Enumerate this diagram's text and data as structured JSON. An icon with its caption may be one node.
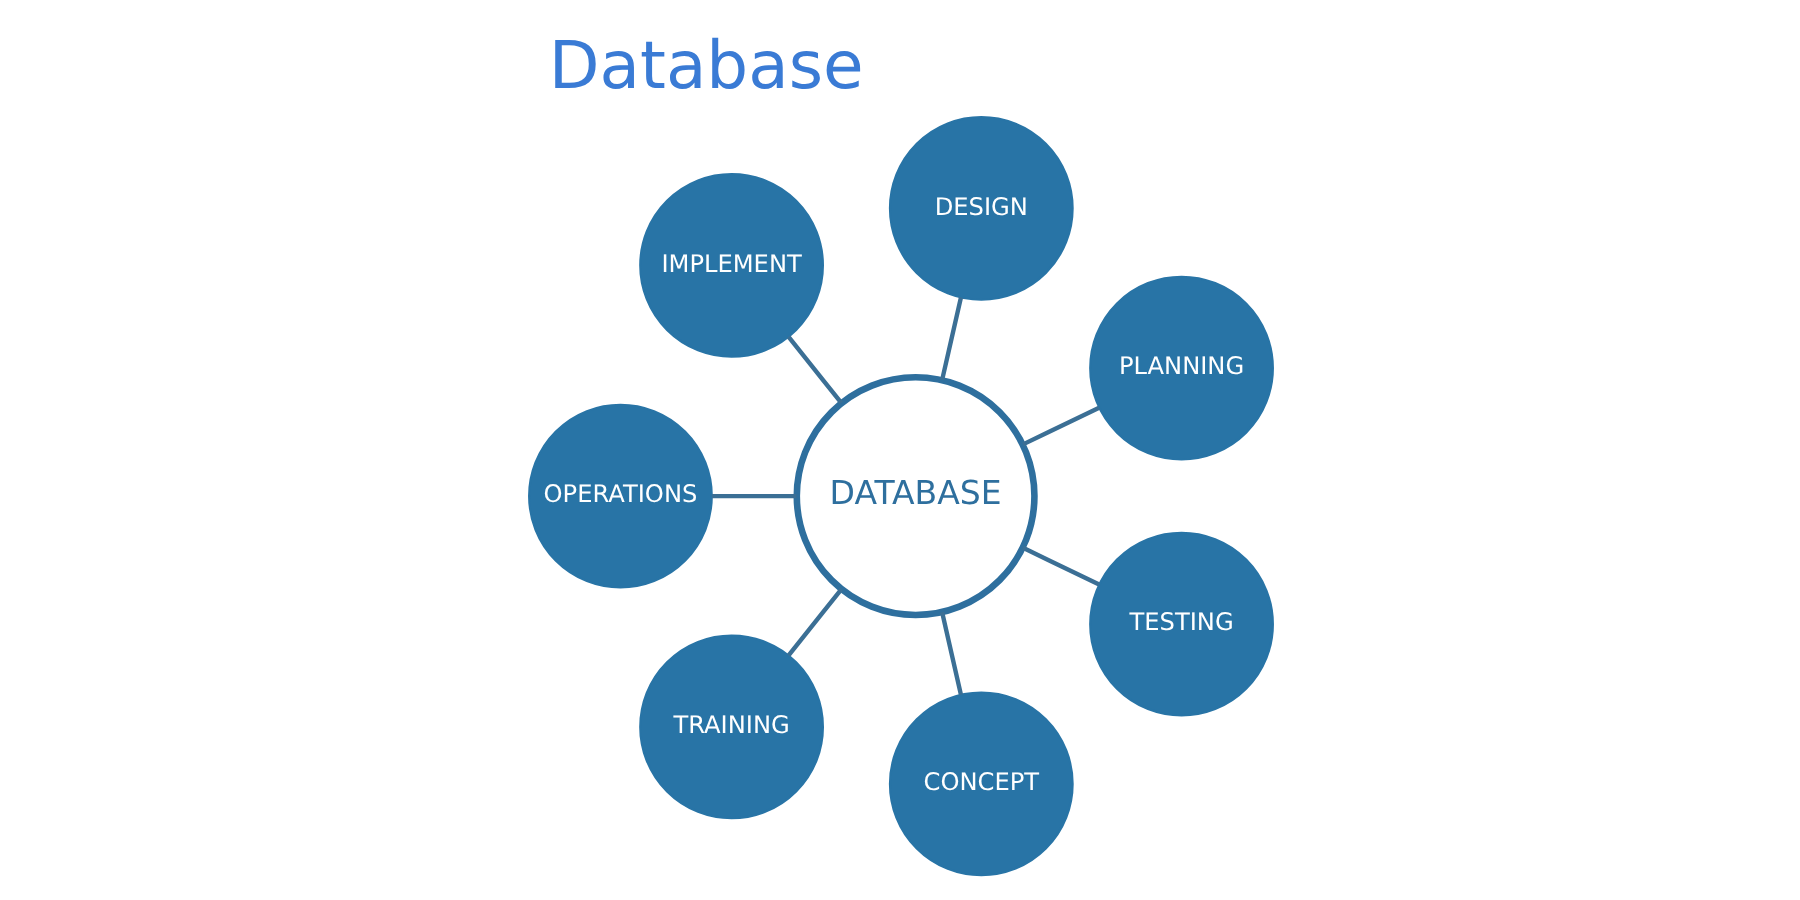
{
  "diagram": {
    "title": "Database",
    "nodes": [
      {
        "text": [
          "DATABASE"
        ]
      },
      {
        "text": [
          "PLANNING"
        ]
      },
      {
        "text": [
          "DESIGN"
        ]
      },
      {
        "text": [
          "IMPLEMENT"
        ]
      },
      {
        "text": [
          "OPERATIONS"
        ]
      },
      {
        "text": [
          "TRAINING"
        ]
      },
      {
        "text": [
          "CONCEPT"
        ]
      },
      {
        "text": [
          "TESTING"
        ]
      }
    ],
    "edges": [
      {
        "from": 0,
        "to": 1,
        "arrow": "none"
      },
      {
        "from": 0,
        "to": 2,
        "arrow": "none"
      },
      {
        "from": 0,
        "to": 3,
        "arrow": "none"
      },
      {
        "from": 0,
        "to": 4,
        "arrow": "none"
      },
      {
        "from": 0,
        "to": 5,
        "arrow": "none"
      },
      {
        "from": 0,
        "to": 6,
        "arrow": "none"
      },
      {
        "from": 0,
        "to": 7,
        "arrow": "none"
      }
    ]
  }
}
